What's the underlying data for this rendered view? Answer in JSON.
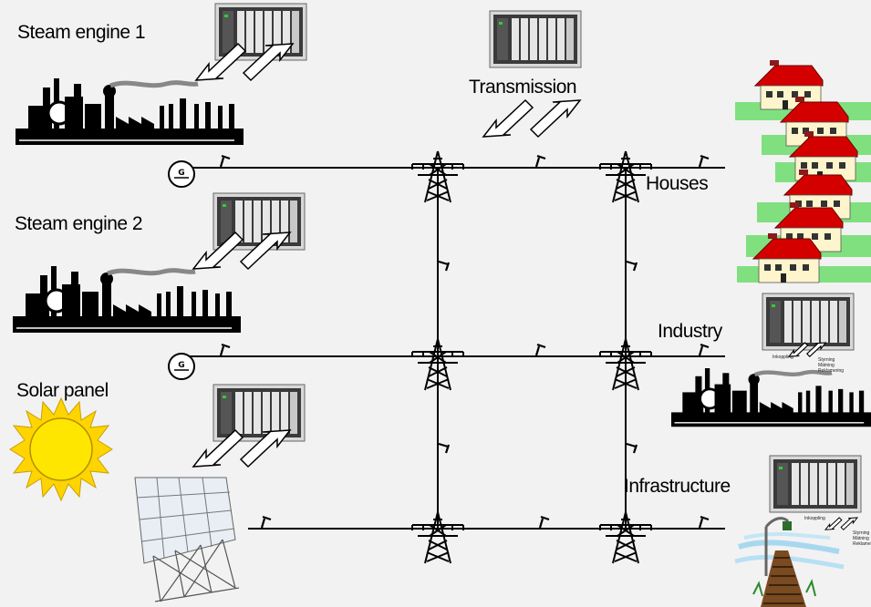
{
  "labels": {
    "steam_engine_1": "Steam engine 1",
    "steam_engine_2": "Steam engine 2",
    "solar_panel": "Solar panel",
    "transmission": "Transmission",
    "houses": "Houses",
    "industry": "Industry",
    "infrastructure": "Infrastructure"
  },
  "small_labels": {
    "koppling": "Inkoppling",
    "styrning_1": "Styrning",
    "styrning_2": "Mätning",
    "styrning_3": "Reklamering"
  },
  "generator_symbol": "G",
  "colors": {
    "background": "#f2f2f2",
    "line": "#000000",
    "sun_fill": "#ffe600",
    "sun_rays": "#ffd400",
    "roof": "#d40000",
    "house_wall": "#fff5cc",
    "grass": "#80e080",
    "plc_body": "#3a3a3a"
  },
  "icons": [
    "plc-controller-icon",
    "factory-icon",
    "generator-icon",
    "pylon-icon",
    "switch-icon",
    "sun-icon",
    "solar-panel-icon",
    "house-icon",
    "railway-icon",
    "arrow-icon"
  ]
}
